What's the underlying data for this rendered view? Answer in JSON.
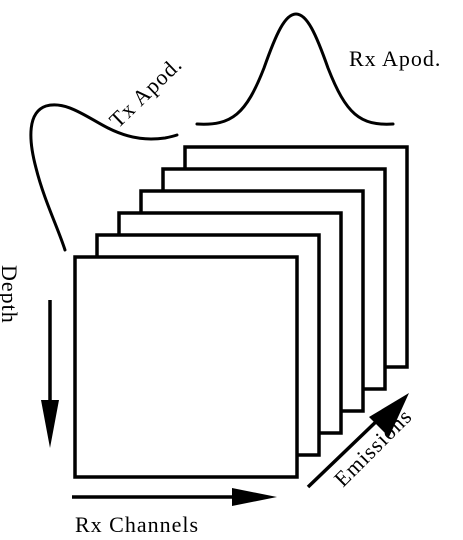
{
  "labels": {
    "tx_apodization": "Tx Apod.",
    "rx_apodization": "Rx Apod.",
    "depth": "Depth",
    "rx_channels": "Rx Channels",
    "emissions": "Emissions"
  },
  "frames": {
    "count": 6
  },
  "colors": {
    "stroke": "#000000",
    "background": "#ffffff"
  }
}
